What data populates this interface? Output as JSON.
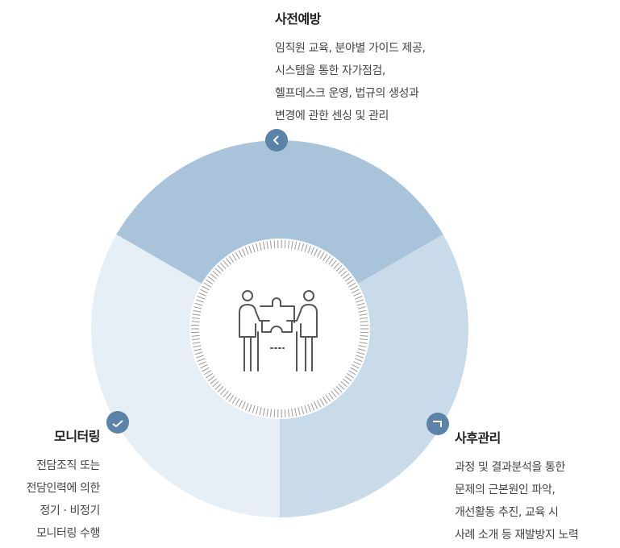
{
  "colors": {
    "segment_top": "#a9c4da",
    "segment_right": "#c9dbe9",
    "segment_left": "#e6eef6",
    "marker": "#5b82a9",
    "icon": "#555555",
    "tick": "#999999"
  },
  "center_icon": "team-puzzle-icon",
  "sections": {
    "top": {
      "title": "사전예방",
      "marker_icon": "chevron-left-icon",
      "lines": [
        "임직원 교육, 분야별 가이드 제공,",
        "시스템을 통한 자가점검,",
        "헬프데스크 운영, 법규의 생성과",
        "변경에 관한 센싱 및 관리"
      ]
    },
    "right": {
      "title": "사후관리",
      "marker_icon": "corner-down-icon",
      "lines": [
        "과정 및 결과분석을 통한",
        "문제의 근본원인 파악,",
        "개선활동 추진, 교육 시",
        "사례 소개 등 재발방지 노력"
      ]
    },
    "left": {
      "title": "모니터링",
      "marker_icon": "check-icon",
      "lines": [
        "전담조직 또는",
        "전담인력에 의한",
        "정기 · 비정기",
        "모니터링 수행"
      ]
    }
  }
}
